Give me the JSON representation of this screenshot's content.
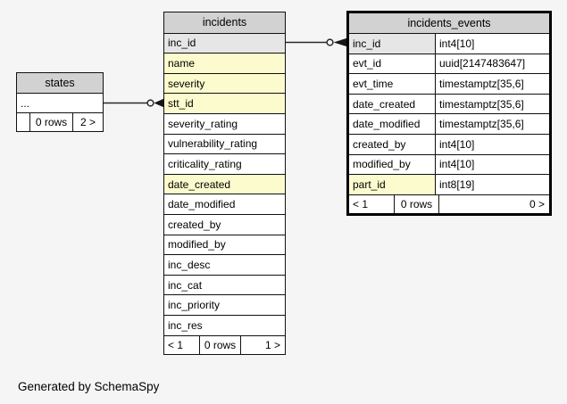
{
  "page": {
    "footer_note": "Generated by SchemaSpy"
  },
  "colors": {
    "background": "#f5f5f5",
    "table_header_bg": "#d2d2d2",
    "primary_key_bg": "#e6e6e6",
    "indexed_column_bg": "#fbfbce",
    "cell_bg": "#ffffff",
    "border": "#111111",
    "relationship_line": "#2a2a2a"
  },
  "tables": {
    "states": {
      "title": "states",
      "columns": [
        {
          "name": "...",
          "style": "plain"
        }
      ],
      "footer": {
        "left": "",
        "center": "0 rows",
        "right": "2 >"
      }
    },
    "incidents": {
      "title": "incidents",
      "columns": [
        {
          "name": "inc_id",
          "style": "primary"
        },
        {
          "name": "name",
          "style": "indexed"
        },
        {
          "name": "severity",
          "style": "indexed"
        },
        {
          "name": "stt_id",
          "style": "indexed"
        },
        {
          "name": "severity_rating",
          "style": "plain"
        },
        {
          "name": "vulnerability_rating",
          "style": "plain"
        },
        {
          "name": "criticality_rating",
          "style": "plain"
        },
        {
          "name": "date_created",
          "style": "indexed"
        },
        {
          "name": "date_modified",
          "style": "plain"
        },
        {
          "name": "created_by",
          "style": "plain"
        },
        {
          "name": "modified_by",
          "style": "plain"
        },
        {
          "name": "inc_desc",
          "style": "plain"
        },
        {
          "name": "inc_cat",
          "style": "plain"
        },
        {
          "name": "inc_priority",
          "style": "plain"
        },
        {
          "name": "inc_res",
          "style": "plain"
        }
      ],
      "footer": {
        "left": "< 1",
        "center": "0 rows",
        "right": "1 >"
      }
    },
    "incidents_events": {
      "title": "incidents_events",
      "columns": [
        {
          "name": "inc_id",
          "type": "int4[10]",
          "style": "primary"
        },
        {
          "name": "evt_id",
          "type": "uuid[2147483647]",
          "style": "plain"
        },
        {
          "name": "evt_time",
          "type": "timestamptz[35,6]",
          "style": "plain"
        },
        {
          "name": "date_created",
          "type": "timestamptz[35,6]",
          "style": "plain"
        },
        {
          "name": "date_modified",
          "type": "timestamptz[35,6]",
          "style": "plain"
        },
        {
          "name": "created_by",
          "type": "int4[10]",
          "style": "plain"
        },
        {
          "name": "modified_by",
          "type": "int4[10]",
          "style": "plain"
        },
        {
          "name": "part_id",
          "type": "int8[19]",
          "style": "indexed"
        }
      ],
      "footer": {
        "left": "< 1",
        "center": "0 rows",
        "right": "0 >"
      }
    }
  },
  "relationships": [
    {
      "parent": "states",
      "child": "incidents.stt_id"
    },
    {
      "parent": "incidents.inc_id",
      "child": "incidents_events.inc_id"
    }
  ]
}
